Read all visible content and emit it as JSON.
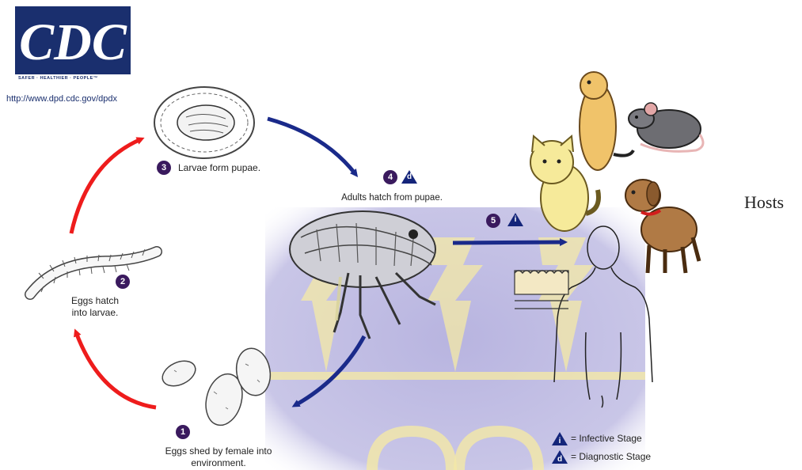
{
  "logo": {
    "text": "CDC",
    "tagline": "SAFER · HEALTHIER · PEOPLE™"
  },
  "url": "http://www.dpd.cdc.gov/dpdx",
  "steps": [
    {
      "number": "1",
      "label": "Eggs shed by female into environment."
    },
    {
      "number": "2",
      "label": "Eggs hatch into larvae."
    },
    {
      "number": "3",
      "label": "Larvae form pupae."
    },
    {
      "number": "4",
      "label": "Adults hatch from pupae.",
      "stage_marker": "d"
    },
    {
      "number": "5",
      "label": "",
      "stage_marker": "i"
    }
  ],
  "hosts_label": "Hosts",
  "legend": [
    {
      "marker": "i",
      "label": "= Infective Stage"
    },
    {
      "marker": "d",
      "label": "= Diagnostic Stage"
    }
  ],
  "colors": {
    "arrow_red": "#ee1c1c",
    "arrow_blue": "#1a2a8a",
    "step_circle": "#3a1a5e",
    "stage_triangle": "#14257a",
    "background_band": "#b9b5e0",
    "background_motif": "#f4e9a6",
    "cdc_blue": "#1a2f6e"
  },
  "icons": [
    "cdc-logo",
    "pupa-cocoon-icon",
    "larva-icon",
    "eggs-icon",
    "flea-icon",
    "cat-icon",
    "prairie-dog-icon",
    "rat-icon",
    "dog-icon",
    "human-outline-icon",
    "skin-section-icon"
  ]
}
